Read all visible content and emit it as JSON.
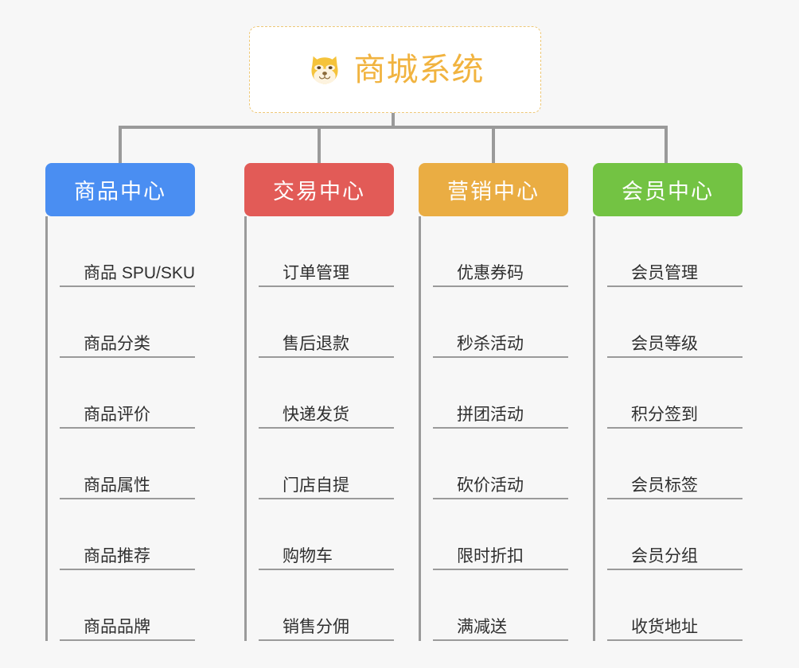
{
  "canvas": {
    "background": "#f7f7f7",
    "connector_color": "#9a9a9a"
  },
  "root": {
    "icon": "shiba-dog-emoji",
    "title": "商城系统",
    "title_color": "#f1b33f",
    "border_color": "#eec877",
    "background": "#ffffff"
  },
  "branches": [
    {
      "title": "商品中心",
      "color": "#4a8ef2",
      "items": [
        "商品 SPU/SKU",
        "商品分类",
        "商品评价",
        "商品属性",
        "商品推荐",
        "商品品牌"
      ]
    },
    {
      "title": "交易中心",
      "color": "#e25b57",
      "items": [
        "订单管理",
        "售后退款",
        "快递发货",
        "门店自提",
        "购物车",
        "销售分佣"
      ]
    },
    {
      "title": "营销中心",
      "color": "#eaad43",
      "items": [
        "优惠券码",
        "秒杀活动",
        "拼团活动",
        "砍价活动",
        "限时折扣",
        "满减送"
      ]
    },
    {
      "title": "会员中心",
      "color": "#73c343",
      "items": [
        "会员管理",
        "会员等级",
        "积分签到",
        "会员标签",
        "会员分组",
        "收货地址"
      ]
    }
  ]
}
